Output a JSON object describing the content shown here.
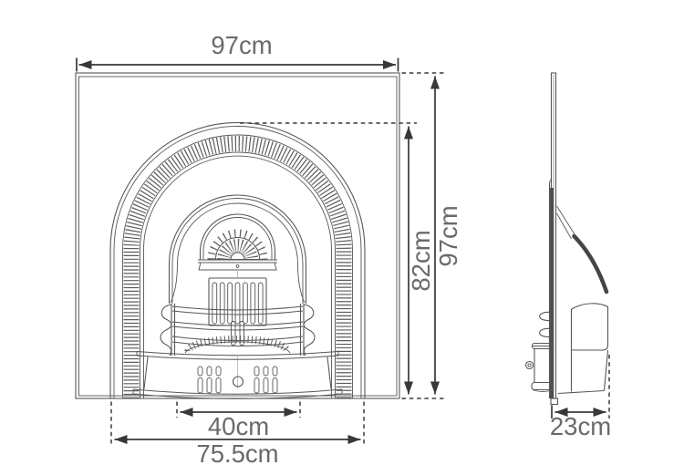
{
  "diagram": {
    "type": "technical-dimension-drawing",
    "subject": "Arched cast iron fireplace insert - front elevation and side profile",
    "front": {
      "overall_width_label": "97cm",
      "arch_height_label": "82cm",
      "overall_height_label": "97cm",
      "grate_width_label": "40cm",
      "base_width_label": "75.5cm"
    },
    "side": {
      "depth_label": "23cm"
    },
    "colors": {
      "outline": "#575757",
      "dimension_line": "#383838",
      "label_text": "#6a6a6a",
      "background": "#ffffff"
    }
  }
}
